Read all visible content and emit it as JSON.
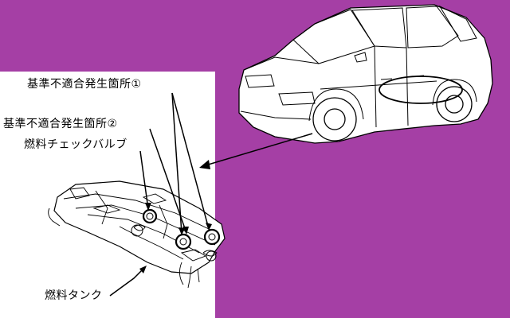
{
  "labels": {
    "defect_site_1": "基準不適合発生箇所①",
    "defect_site_2": "基準不適合発生箇所②",
    "check_valve": "燃料チェックバルブ",
    "fuel_tank": "燃料タンク"
  },
  "colors": {
    "background": "#a53fa5",
    "panel": "#ffffff",
    "line": "#000000"
  }
}
